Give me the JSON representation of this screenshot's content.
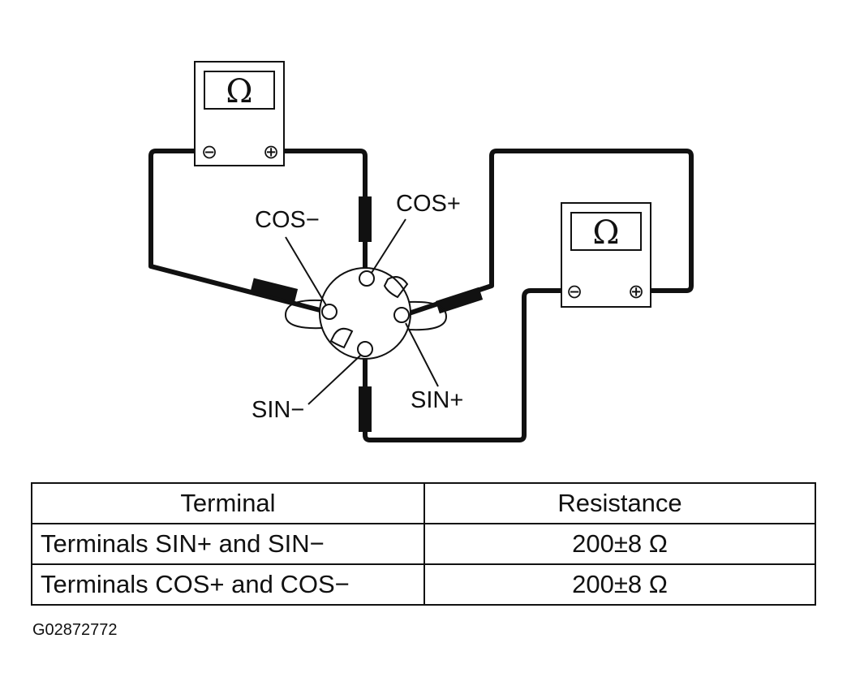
{
  "meter_symbol": "Ω",
  "meter_terminals": {
    "negative": "⊖",
    "positive": "⊕"
  },
  "terminal_labels": {
    "cos_minus": "COS−",
    "cos_plus": "COS+",
    "sin_minus": "SIN−",
    "sin_plus": "SIN+"
  },
  "table": {
    "headers": [
      "Terminal",
      "Resistance"
    ],
    "rows": [
      [
        "Terminals SIN+ and SIN−",
        "200±8 Ω"
      ],
      [
        "Terminals COS+ and COS−",
        "200±8 Ω"
      ]
    ]
  },
  "figure_id": "G02872772",
  "colors": {
    "ink": "#111111",
    "background": "#ffffff"
  }
}
